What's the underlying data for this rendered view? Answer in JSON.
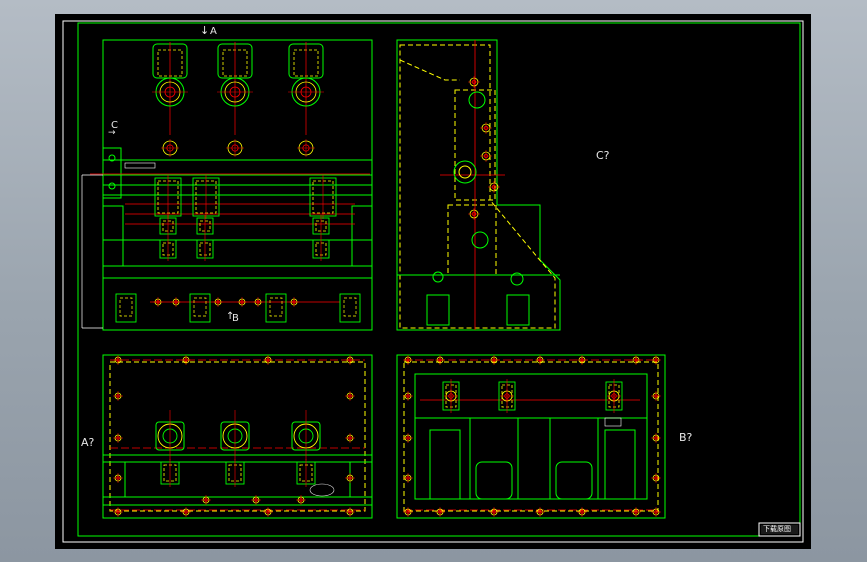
{
  "colors": {
    "workspace": "#9aa3ad",
    "paper": "#000000",
    "frame": "#ffffff",
    "outline": "#00ff00",
    "hidden": "#ffff00",
    "centerline": "#ff0000",
    "text": "#e6e6e6"
  },
  "labels": {
    "view_arrow_a": "A",
    "view_arrow_c": "C",
    "view_arrow_b": "B",
    "view_c_title": "C?",
    "view_a_title": "A?",
    "view_b_title": "B?"
  },
  "title_block": {
    "caption": "下载原图"
  },
  "icons": [
    "arrow-down-icon",
    "arrow-right-icon",
    "arrow-up-icon"
  ]
}
